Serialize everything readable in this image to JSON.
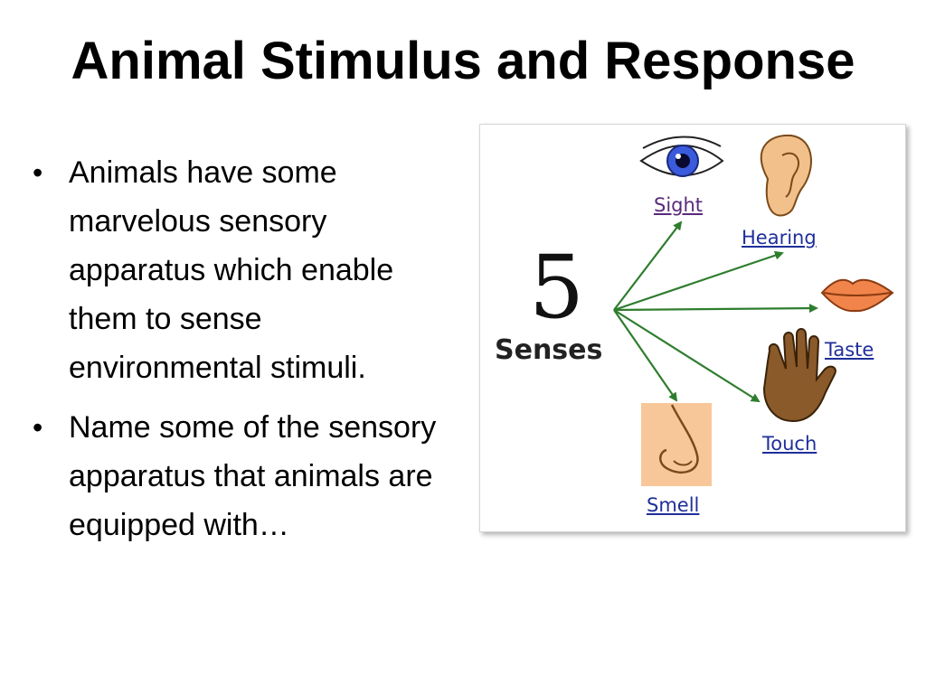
{
  "slide": {
    "title": "Animal Stimulus and Response",
    "bullets": [
      "Animals have some marvelous sensory apparatus which enable them to sense environmental stimuli.",
      "Name some of the sensory apparatus that animals are equipped with…"
    ],
    "bullet_glyph": "•"
  },
  "figure": {
    "number": "5",
    "word": "Senses",
    "senses": [
      {
        "label": "Sight",
        "icon": "eye-icon",
        "color": "#5a2a7a"
      },
      {
        "label": "Hearing",
        "icon": "ear-icon",
        "color": "#1f2f9a"
      },
      {
        "label": "Taste",
        "icon": "lips-icon",
        "color": "#1f2f9a"
      },
      {
        "label": "Touch",
        "icon": "hand-icon",
        "color": "#1f2f9a"
      },
      {
        "label": "Smell",
        "icon": "nose-icon",
        "color": "#1f2f9a"
      }
    ],
    "arrow_color": "#2e7d2e"
  }
}
